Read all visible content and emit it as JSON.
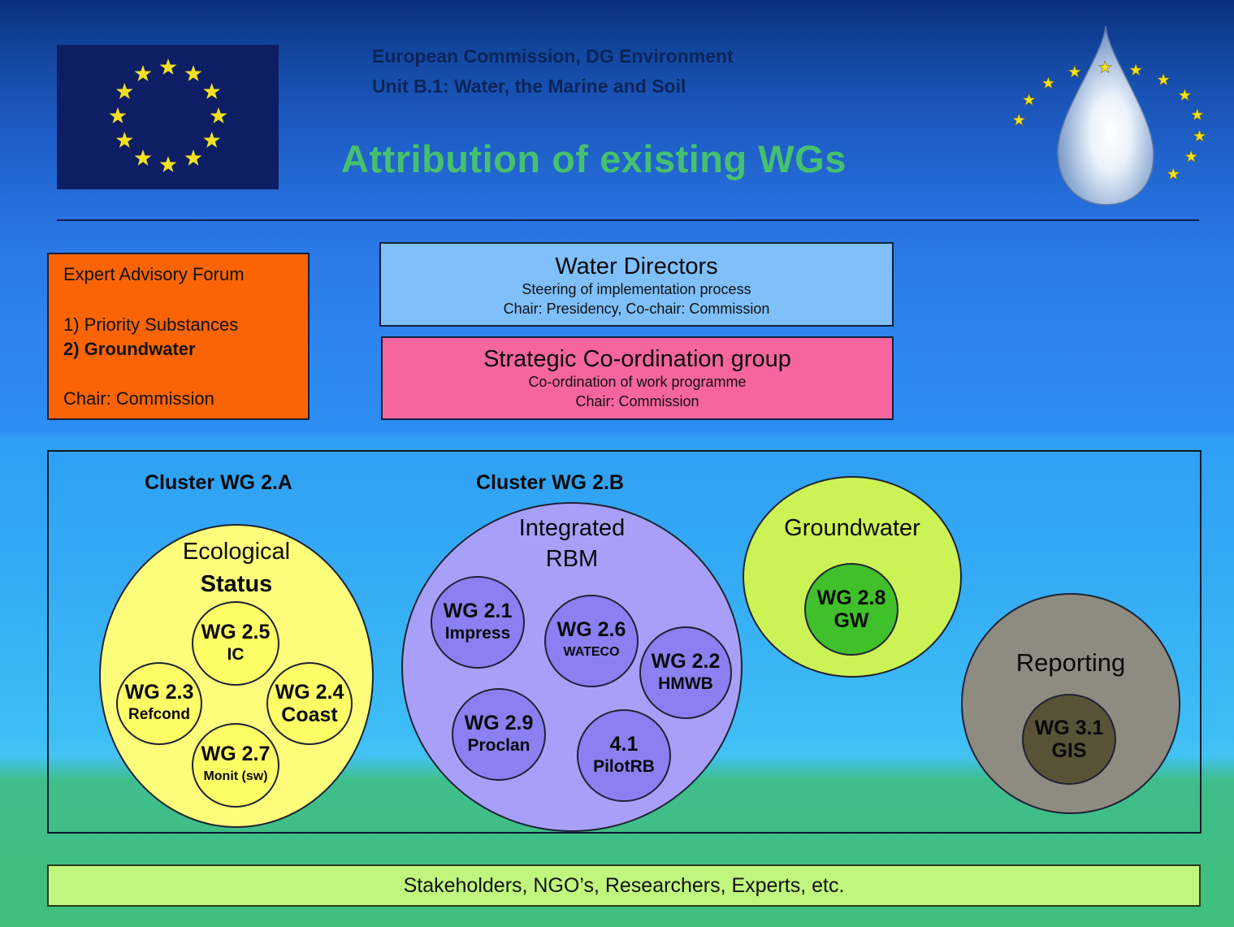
{
  "header": {
    "line1": "European Commission, DG Environment",
    "line2": "Unit B.1: Water, the Marine and Soil",
    "title": "Attribution of existing WGs"
  },
  "colors": {
    "title_green": "#46c06e",
    "eaf_orange": "#fb6405",
    "water_directors_blue": "#7fc0fb",
    "scg_pink": "#f765a0",
    "ecological_yellow": "#fdfd7c",
    "integrated_purple": "#a8a0f8",
    "groundwater_lime": "#ccf355",
    "reporting_gray": "#8e8b80",
    "stakeholders_green": "#c0f57e"
  },
  "expert_forum": {
    "title": "Expert Advisory Forum",
    "item1": "1) Priority Substances",
    "item2": "2) Groundwater",
    "chair": "Chair: Commission"
  },
  "water_directors": {
    "title": "Water Directors",
    "line1": "Steering of implementation process",
    "line2": "Chair: Presidency, Co-chair: Commission"
  },
  "scg": {
    "title": "Strategic Co-ordination group",
    "line1": "Co-ordination of work programme",
    "line2": "Chair: Commission"
  },
  "clusters": {
    "a_label": "Cluster WG 2.A",
    "b_label": "Cluster WG 2.B",
    "ecological": {
      "line1": "Ecological",
      "line2": "Status",
      "wgs": [
        {
          "a": "WG 2.5",
          "b": "IC"
        },
        {
          "a": "WG 2.3",
          "b": "Refcond"
        },
        {
          "a": "WG 2.4",
          "b": "Coast"
        },
        {
          "a": "WG 2.7",
          "b": "Monit (sw)"
        }
      ]
    },
    "integrated": {
      "line1": "Integrated",
      "line2": "RBM",
      "wgs": [
        {
          "a": "WG 2.1",
          "b": "Impress"
        },
        {
          "a": "WG 2.6",
          "b": "WATECO"
        },
        {
          "a": "WG 2.2",
          "b": "HMWB"
        },
        {
          "a": "WG 2.9",
          "b": "Proclan"
        },
        {
          "a": "4.1",
          "b": "PilotRB"
        }
      ]
    },
    "groundwater": {
      "label": "Groundwater",
      "wg": {
        "a": "WG 2.8",
        "b": "GW"
      }
    },
    "reporting": {
      "label": "Reporting",
      "wg": {
        "a": "WG 3.1",
        "b": "GIS"
      }
    }
  },
  "stakeholders": "Stakeholders, NGO’s, Researchers, Experts, etc."
}
